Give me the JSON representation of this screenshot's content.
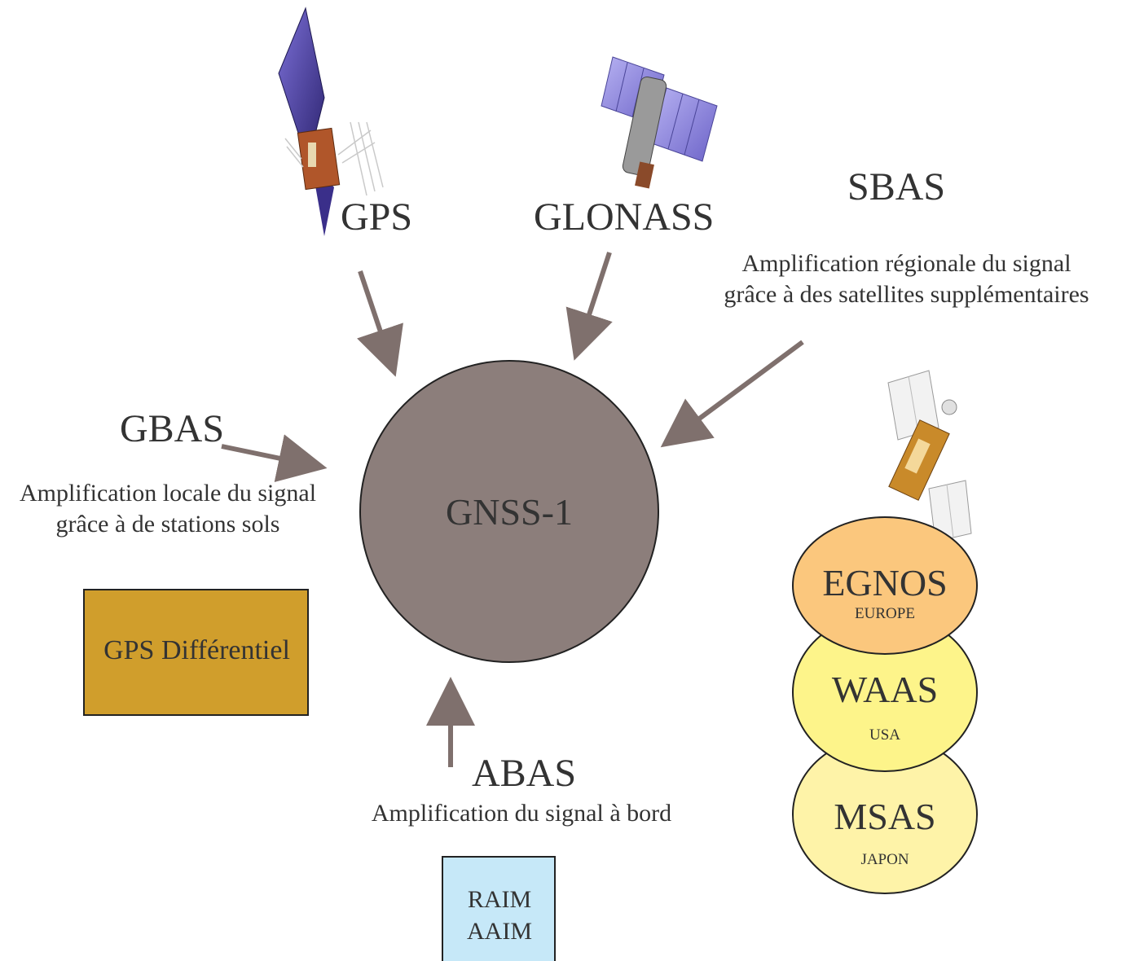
{
  "center": {
    "label": "GNSS-1",
    "fill": "#8c7e7b"
  },
  "constellations": {
    "gps": {
      "label": "GPS",
      "icon": "gps-satellite-icon"
    },
    "glonass": {
      "label": "GLONASS",
      "icon": "glonass-satellite-icon"
    }
  },
  "sbas": {
    "title": "SBAS",
    "description_line1": "Amplification régionale du signal",
    "description_line2": "grâce à  des satellites supplémentaires",
    "icon": "sbas-satellite-icon",
    "systems": [
      {
        "name": "EGNOS",
        "region": "EUROPE",
        "fill": "#fbc77d"
      },
      {
        "name": "WAAS",
        "region": "USA",
        "fill": "#fdf48a"
      },
      {
        "name": "MSAS",
        "region": "JAPON",
        "fill": "#fef3a8"
      }
    ]
  },
  "gbas": {
    "title": "GBAS",
    "description_line1": "Amplification locale du signal",
    "description_line2": "grâce à de stations sols",
    "box_label": "GPS Différentiel",
    "box_fill": "#d09e2c"
  },
  "abas": {
    "title": "ABAS",
    "description": "Amplification du signal à bord",
    "box_line1": "RAIM",
    "box_line2": "AAIM",
    "box_fill": "#c6e8f8"
  },
  "colors": {
    "arrow": "#7f706d",
    "text": "#333333"
  }
}
